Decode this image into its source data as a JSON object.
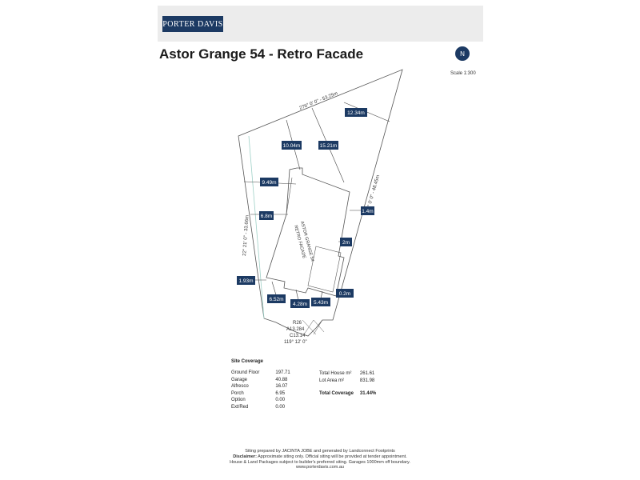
{
  "header": {
    "logo_text": "PORTER DAVIS",
    "title": "Astor Grange 54 - Retro Facade"
  },
  "compass": {
    "label": "N"
  },
  "scale_text": "Scale 1:300",
  "boundaries": {
    "top": "276° 0' 0\" - 53.25m",
    "right": "6° 0' 0\" - 48.45m",
    "left": "22° 21' 0\" - 33.66m",
    "arc": [
      "R26",
      "A13.284",
      "C13.14",
      "119° 12' 0\""
    ]
  },
  "house_label": [
    "RETRO FACADE",
    "ASTOR GRANGE 54"
  ],
  "dimension_tags": {
    "d1": "12.34m",
    "d2": "10.04m",
    "d3": "15.21m",
    "d4": "9.49m",
    "d5": "1.4m",
    "d6": "6.8m",
    "d7": "2m",
    "d8": "1.93m",
    "d9": "0.2m",
    "d10": "6.52m",
    "d11": "4.28m",
    "d12": "5.43m"
  },
  "coverage": {
    "title": "Site Coverage",
    "rows": [
      {
        "label": "Ground Floor",
        "value": "197.71"
      },
      {
        "label": "Garage",
        "value": "40.88"
      },
      {
        "label": "Alfresco",
        "value": "16.07"
      },
      {
        "label": "Porch",
        "value": "6.95"
      },
      {
        "label": "Option",
        "value": "0.00"
      },
      {
        "label": "Ext/Red",
        "value": "0.00"
      }
    ],
    "totals": [
      {
        "label": "Total House m²",
        "value": "261.61"
      },
      {
        "label": "Lot Area m²",
        "value": "831.98"
      }
    ],
    "total_coverage_label": "Total Coverage",
    "total_coverage_value": "31.44%"
  },
  "footer": {
    "line1": "Siting prepared by JACINTA JOBE and generated by Landconnect Footprints",
    "disclaimer_label": "Disclaimer:",
    "disclaimer_text": "Approximate siting only. Official siting will be provided at tender appointment.",
    "line3": "House & Land Packages subject to builder's preferred siting. Garages 1000mm off boundary.",
    "url": "www.porterdavis.com.au"
  }
}
